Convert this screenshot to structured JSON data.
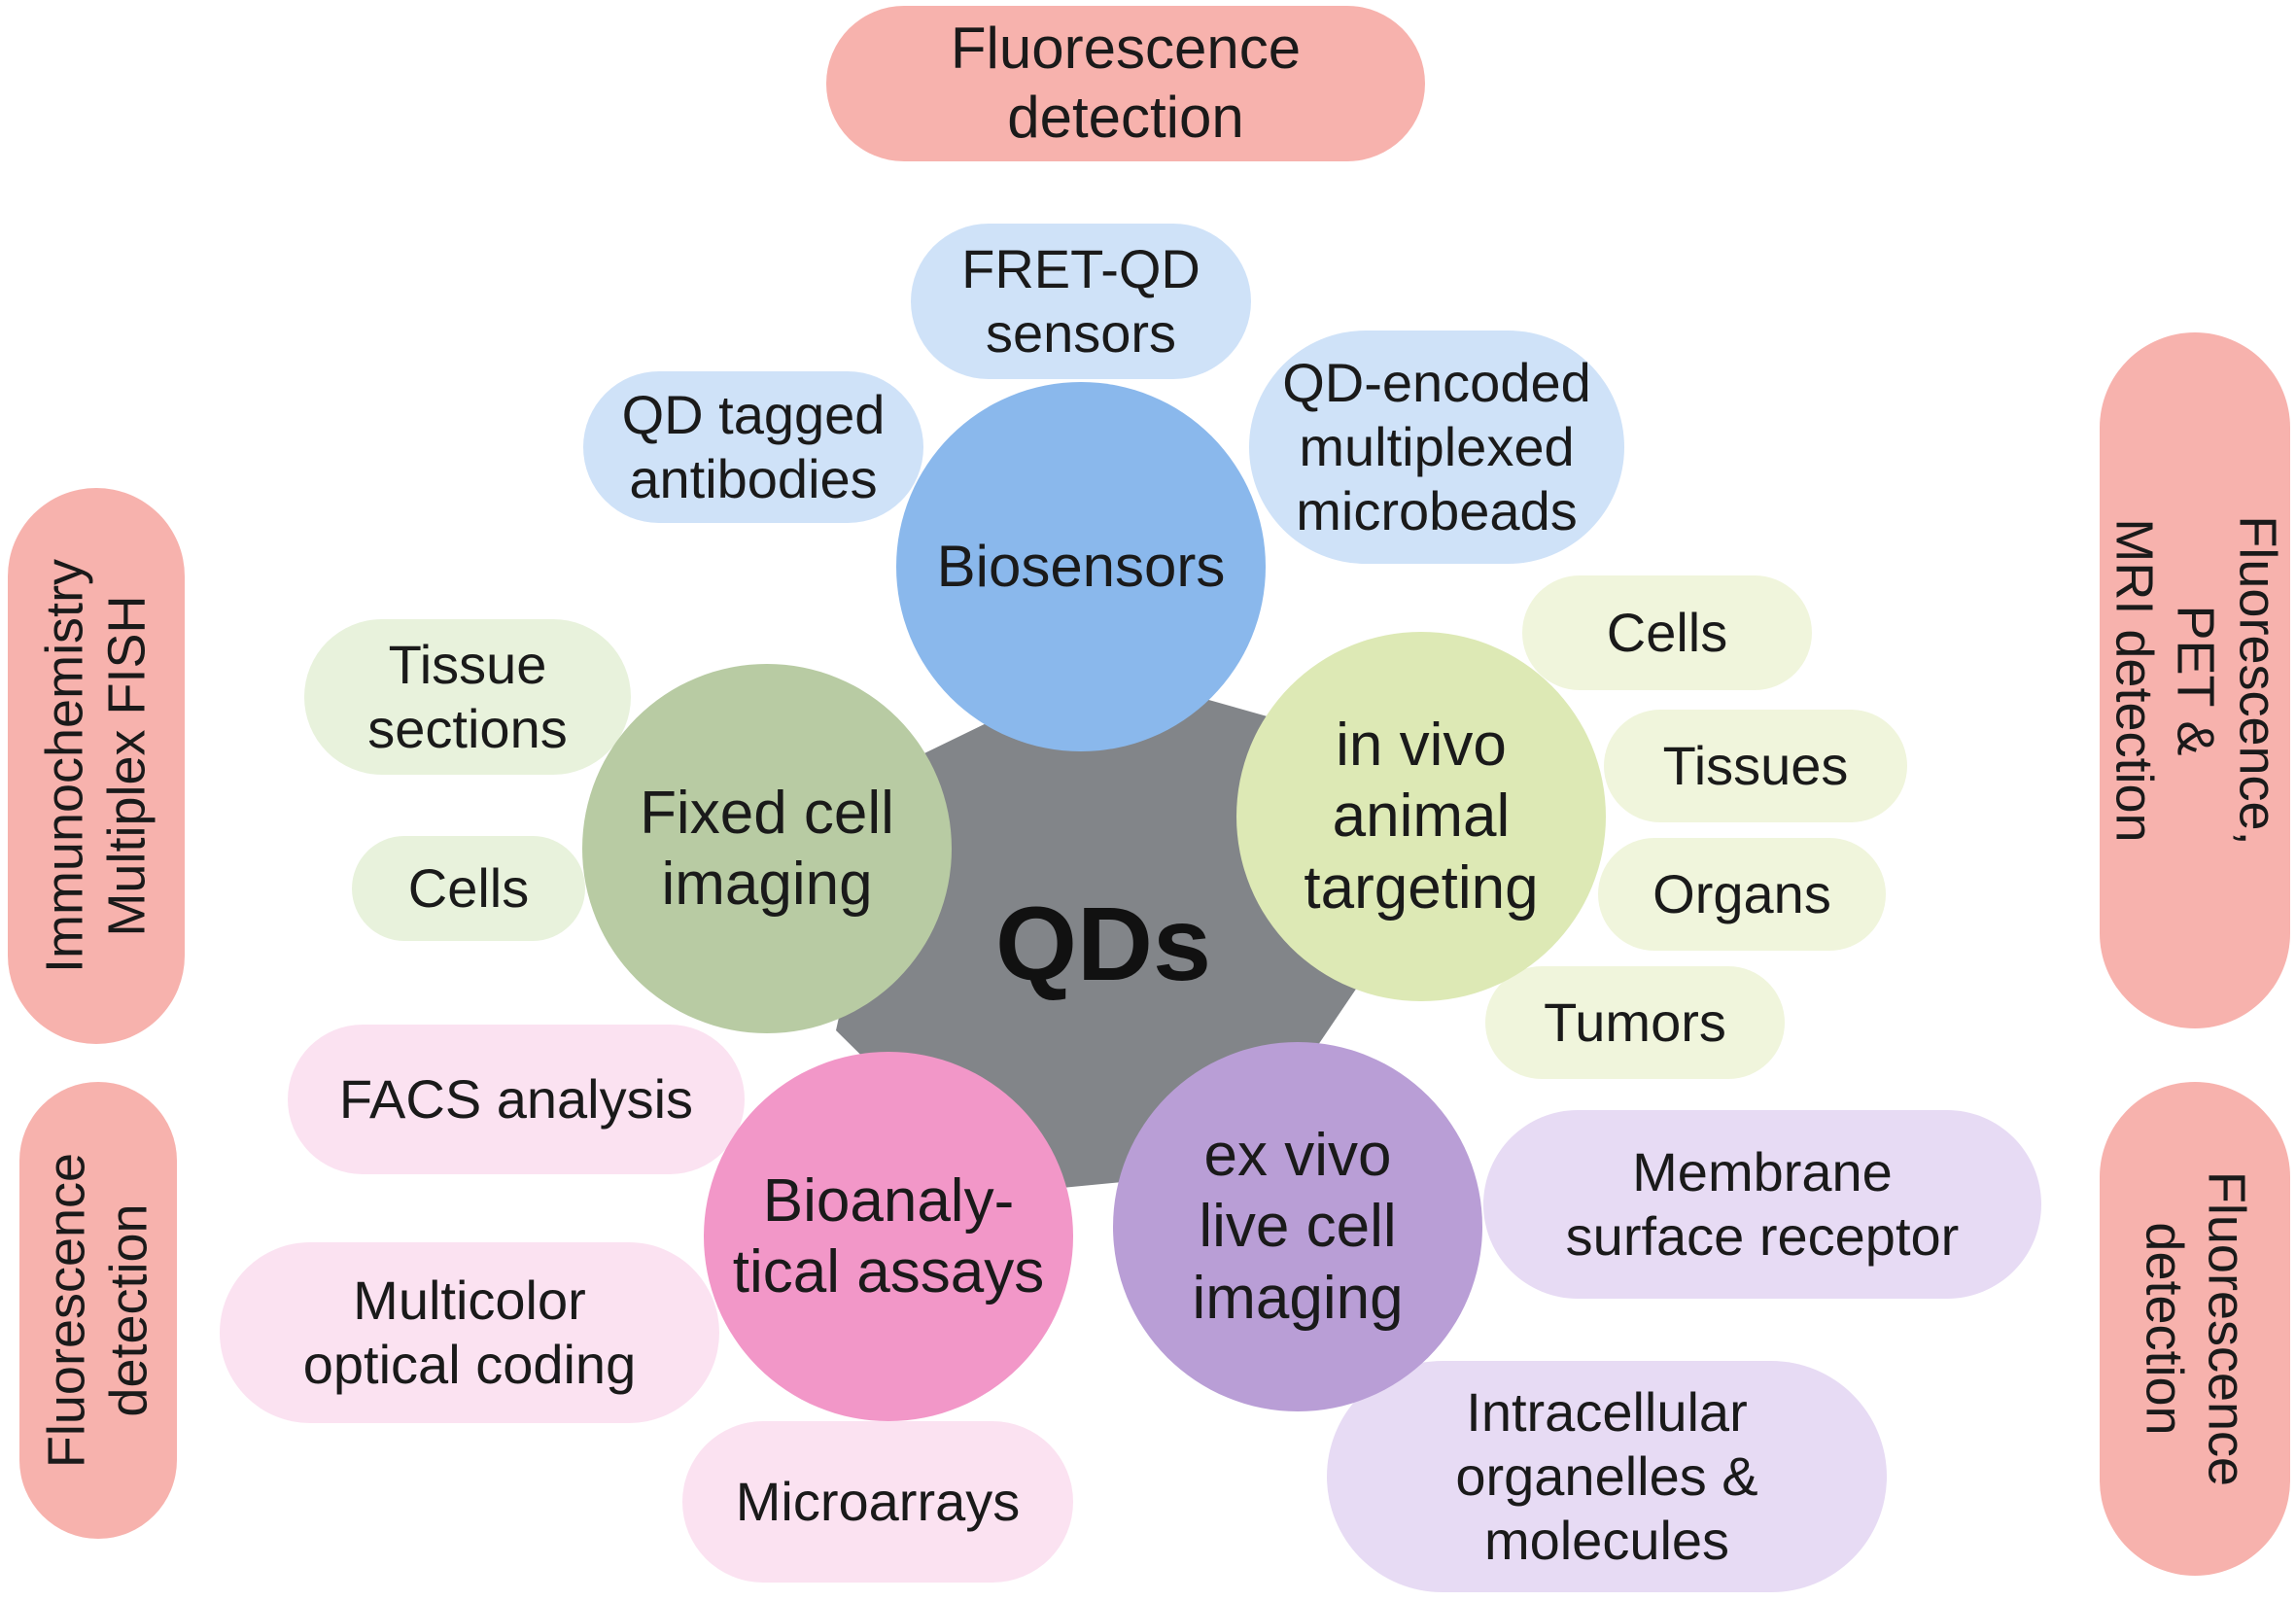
{
  "colors": {
    "detection_pill": "#f7b2ad",
    "center_hex": "#828589",
    "biosensors": "#8ab8ec",
    "biosensors_light": "#cfe2f8",
    "fixed": "#b8cba3",
    "fixed_light": "#e8f2dc",
    "invivo": "#dde9b5",
    "invivo_light": "#f0f5dc",
    "exvivo": "#b99ed6",
    "exvivo_light": "#e7dbf4",
    "bioanalytical": "#f297c8",
    "bioanalytical_light": "#fbe2f1"
  },
  "center": {
    "label": "QDs"
  },
  "hubs": {
    "biosensors": "Biosensors",
    "fixed": "Fixed cell\nimaging",
    "invivo": "in vivo\nanimal\ntargeting",
    "exvivo": "ex vivo\nlive cell\nimaging",
    "bioanalytical": "Bioanaly-\ntical assays"
  },
  "leaves": {
    "fret": "FRET-QD\nsensors",
    "qd_tagged": "QD tagged\nantibodies",
    "qd_encoded": "QD-encoded\nmultiplexed\nmicrobeads",
    "tissue_sections": "Tissue\nsections",
    "fixed_cells": "Cells",
    "invivo_cells": "Cells",
    "tissues": "Tissues",
    "organs": "Organs",
    "tumors": "Tumors",
    "membrane": "Membrane\nsurface receptor",
    "intracellular": "Intracellular\norganelles &\nmolecules",
    "facs": "FACS analysis",
    "multicolor": "Multicolor\noptical coding",
    "microarrays": "Microarrays"
  },
  "detection": {
    "top": "Fluorescence\ndetection",
    "left_top": "Immunochemistry\nMultiplex FISH",
    "left_bottom": "Fluorescence\ndetection",
    "right_top": "Fluorescence, PET &\nMRI detection",
    "right_bottom": "Fluorescence\ndetection"
  }
}
